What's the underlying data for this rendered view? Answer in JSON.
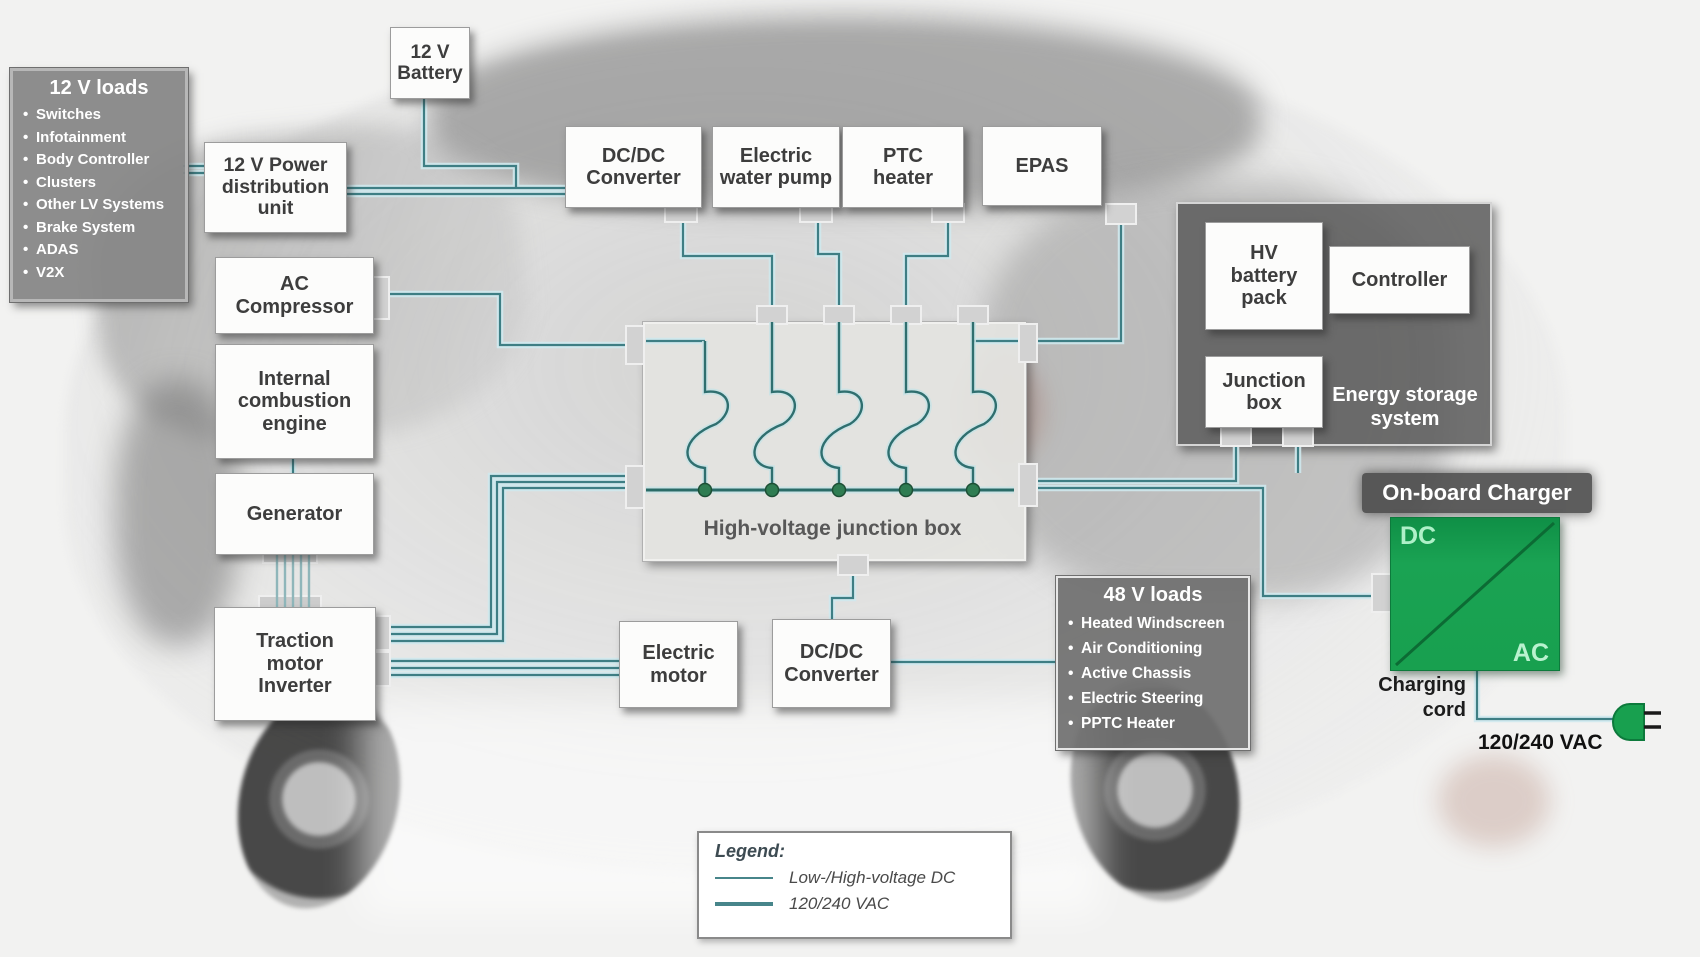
{
  "boxes": {
    "loads_12v": {
      "title": "12 V loads",
      "items": [
        "Switches",
        "Infotainment",
        "Body Controller",
        "Clusters",
        "Other LV Systems",
        "Brake System",
        "ADAS",
        "V2X"
      ]
    },
    "battery_12v": {
      "label": "12 V\nBattery"
    },
    "pdu_12v": {
      "label": "12 V Power\ndistribution\nunit"
    },
    "ac_compressor": {
      "label": "AC\nCompressor"
    },
    "ice": {
      "label": "Internal\ncombustion\nengine"
    },
    "generator": {
      "label": "Generator"
    },
    "traction_inverter": {
      "label": "Traction\nmotor\nInverter"
    },
    "dcdc_top": {
      "label": "DC/DC\nConverter"
    },
    "water_pump": {
      "label": "Electric\nwater pump"
    },
    "ptc_heater": {
      "label": "PTC\nheater"
    },
    "epas": {
      "label": "EPAS"
    },
    "hv_junction": {
      "label": "High-voltage junction box"
    },
    "hv_battery": {
      "label": "HV\nbattery\npack"
    },
    "controller": {
      "label": "Controller"
    },
    "junction_box": {
      "label": "Junction\nbox"
    },
    "energy_storage": {
      "label": "Energy storage\nsystem"
    },
    "onboard_charger": {
      "label": "On-board Charger",
      "dc": "DC",
      "ac": "AC"
    },
    "charging_cord": {
      "label": "Charging\ncord"
    },
    "vac": {
      "label": "120/240 VAC"
    },
    "electric_motor": {
      "label": "Electric\nmotor"
    },
    "dcdc_bottom": {
      "label": "DC/DC\nConverter"
    },
    "loads_48v": {
      "title": "48 V loads",
      "items": [
        "Heated Windscreen",
        "Air Conditioning",
        "Active Chassis",
        "Electric Steering",
        "PPTC Heater"
      ]
    }
  },
  "legend": {
    "title": "Legend:",
    "entries": [
      "Low-/High-voltage DC",
      "120/240 VAC"
    ]
  },
  "colors": {
    "wire": "#3e7e84",
    "wire_glow": "#cfe9ee",
    "bus": "#2a6b67",
    "fuse": "#2f6f6f",
    "dot": "#2f7d52",
    "charger_green": "#18a04f"
  }
}
